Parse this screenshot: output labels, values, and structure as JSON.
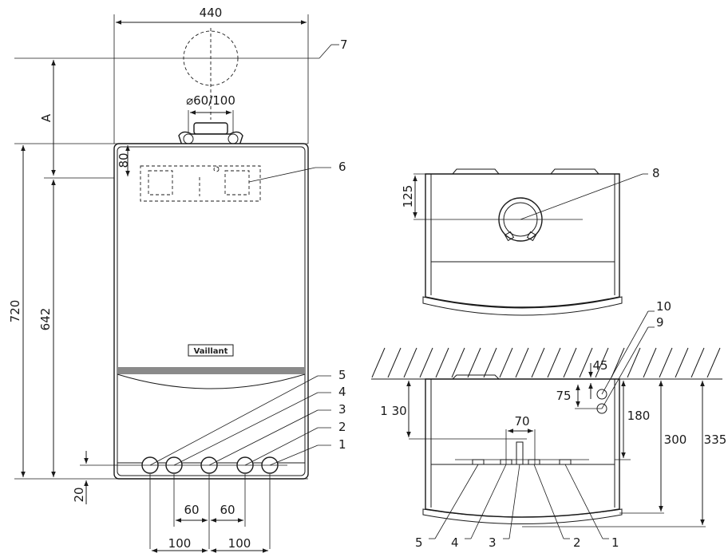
{
  "front_view": {
    "width_dim": "440",
    "flue_diameter": "⌀60/100",
    "dim_a": "A",
    "dim_80": "80",
    "dim_720": "720",
    "dim_642": "642",
    "dim_20": "20",
    "dim_60_left": "60",
    "dim_60_right": "60",
    "dim_100_left": "100",
    "dim_100_right": "100",
    "logo": "Vaillant",
    "callouts": [
      "7",
      "6",
      "5",
      "4",
      "3",
      "2",
      "1"
    ]
  },
  "top_view": {
    "dim_125": "125",
    "callout_8": "8"
  },
  "bottom_view": {
    "dim_45": "45",
    "dim_75": "75",
    "dim_130": "1 30",
    "dim_70": "70",
    "dim_180": "180",
    "dim_300": "300",
    "dim_335": "335",
    "callout_10": "10",
    "callout_9": "9",
    "bottom_callouts": [
      "5",
      "4",
      "3",
      "2",
      "1"
    ]
  }
}
